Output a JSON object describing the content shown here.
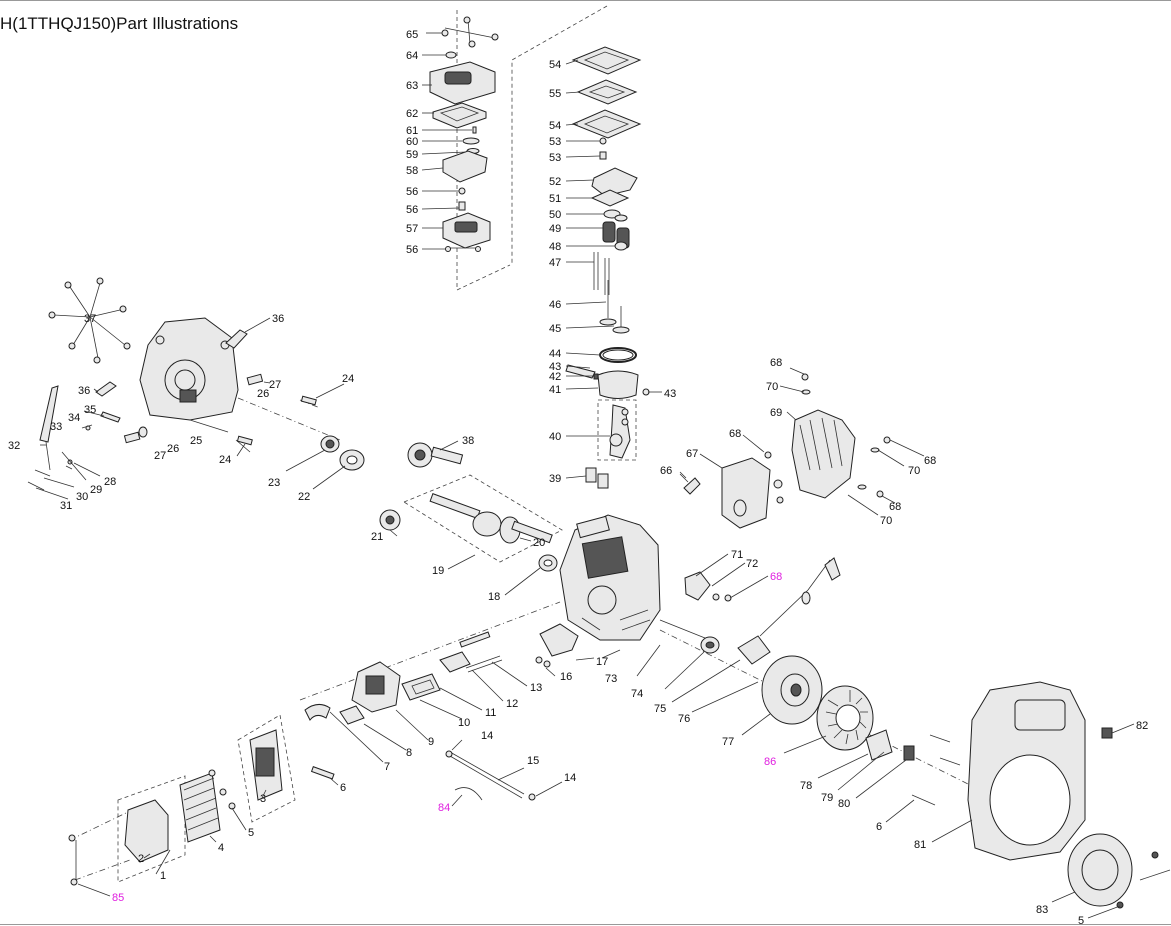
{
  "title": "H(1TTHQJ150)Part Illustrations",
  "colors": {
    "label": "#111111",
    "highlight_label": "#e020e0"
  },
  "labels": [
    {
      "id": "65",
      "text": "65"
    },
    {
      "id": "64",
      "text": "64"
    },
    {
      "id": "63",
      "text": "63"
    },
    {
      "id": "62",
      "text": "62"
    },
    {
      "id": "61",
      "text": "61"
    },
    {
      "id": "60",
      "text": "60"
    },
    {
      "id": "59",
      "text": "59"
    },
    {
      "id": "58",
      "text": "58"
    },
    {
      "id": "56a",
      "text": "56"
    },
    {
      "id": "56b",
      "text": "56"
    },
    {
      "id": "57",
      "text": "57"
    },
    {
      "id": "56c",
      "text": "56"
    },
    {
      "id": "54a",
      "text": "54"
    },
    {
      "id": "55",
      "text": "55"
    },
    {
      "id": "54b",
      "text": "54"
    },
    {
      "id": "53a",
      "text": "53"
    },
    {
      "id": "53b",
      "text": "53"
    },
    {
      "id": "52",
      "text": "52"
    },
    {
      "id": "51",
      "text": "51"
    },
    {
      "id": "50",
      "text": "50"
    },
    {
      "id": "49",
      "text": "49"
    },
    {
      "id": "48",
      "text": "48"
    },
    {
      "id": "47",
      "text": "47"
    },
    {
      "id": "46",
      "text": "46"
    },
    {
      "id": "45",
      "text": "45"
    },
    {
      "id": "44",
      "text": "44"
    },
    {
      "id": "43a",
      "text": "43"
    },
    {
      "id": "42",
      "text": "42"
    },
    {
      "id": "41",
      "text": "41"
    },
    {
      "id": "43b",
      "text": "43"
    },
    {
      "id": "40",
      "text": "40"
    },
    {
      "id": "39",
      "text": "39"
    },
    {
      "id": "37",
      "text": "37"
    },
    {
      "id": "36a",
      "text": "36"
    },
    {
      "id": "36b",
      "text": "36"
    },
    {
      "id": "27a",
      "text": "27"
    },
    {
      "id": "26a",
      "text": "26"
    },
    {
      "id": "24a",
      "text": "24"
    },
    {
      "id": "35",
      "text": "35"
    },
    {
      "id": "34",
      "text": "34"
    },
    {
      "id": "33",
      "text": "33"
    },
    {
      "id": "32",
      "text": "32"
    },
    {
      "id": "25",
      "text": "25"
    },
    {
      "id": "27b",
      "text": "27"
    },
    {
      "id": "26b",
      "text": "26"
    },
    {
      "id": "24b",
      "text": "24"
    },
    {
      "id": "28",
      "text": "28"
    },
    {
      "id": "29",
      "text": "29"
    },
    {
      "id": "30",
      "text": "30"
    },
    {
      "id": "31",
      "text": "31"
    },
    {
      "id": "23",
      "text": "23"
    },
    {
      "id": "22",
      "text": "22"
    },
    {
      "id": "38",
      "text": "38"
    },
    {
      "id": "21",
      "text": "21"
    },
    {
      "id": "20",
      "text": "20"
    },
    {
      "id": "19",
      "text": "19"
    },
    {
      "id": "18",
      "text": "18"
    },
    {
      "id": "66",
      "text": "66"
    },
    {
      "id": "67",
      "text": "67"
    },
    {
      "id": "68a",
      "text": "68"
    },
    {
      "id": "68b",
      "text": "68"
    },
    {
      "id": "70a",
      "text": "70"
    },
    {
      "id": "69",
      "text": "69"
    },
    {
      "id": "68c",
      "text": "68"
    },
    {
      "id": "70b",
      "text": "70"
    },
    {
      "id": "68d",
      "text": "68"
    },
    {
      "id": "70c",
      "text": "70"
    },
    {
      "id": "71",
      "text": "71"
    },
    {
      "id": "72",
      "text": "72"
    },
    {
      "id": "68e",
      "text": "68",
      "highlight": true
    },
    {
      "id": "17",
      "text": "17"
    },
    {
      "id": "16",
      "text": "16"
    },
    {
      "id": "73",
      "text": "73"
    },
    {
      "id": "13",
      "text": "13"
    },
    {
      "id": "12",
      "text": "12"
    },
    {
      "id": "11",
      "text": "11"
    },
    {
      "id": "10",
      "text": "10"
    },
    {
      "id": "9",
      "text": "9"
    },
    {
      "id": "8",
      "text": "8"
    },
    {
      "id": "7",
      "text": "7"
    },
    {
      "id": "74",
      "text": "74"
    },
    {
      "id": "75",
      "text": "75"
    },
    {
      "id": "76",
      "text": "76"
    },
    {
      "id": "77",
      "text": "77"
    },
    {
      "id": "86",
      "text": "86",
      "highlight": true
    },
    {
      "id": "78",
      "text": "78"
    },
    {
      "id": "79",
      "text": "79"
    },
    {
      "id": "80",
      "text": "80"
    },
    {
      "id": "82",
      "text": "82"
    },
    {
      "id": "81",
      "text": "81"
    },
    {
      "id": "6a",
      "text": "6"
    },
    {
      "id": "6b",
      "text": "6"
    },
    {
      "id": "14a",
      "text": "14"
    },
    {
      "id": "15",
      "text": "15"
    },
    {
      "id": "14b",
      "text": "14"
    },
    {
      "id": "84",
      "text": "84",
      "highlight": true
    },
    {
      "id": "3",
      "text": "3"
    },
    {
      "id": "5a",
      "text": "5"
    },
    {
      "id": "4",
      "text": "4"
    },
    {
      "id": "2",
      "text": "2"
    },
    {
      "id": "1",
      "text": "1"
    },
    {
      "id": "85",
      "text": "85",
      "highlight": true
    },
    {
      "id": "83",
      "text": "83"
    },
    {
      "id": "5b",
      "text": "5"
    }
  ]
}
